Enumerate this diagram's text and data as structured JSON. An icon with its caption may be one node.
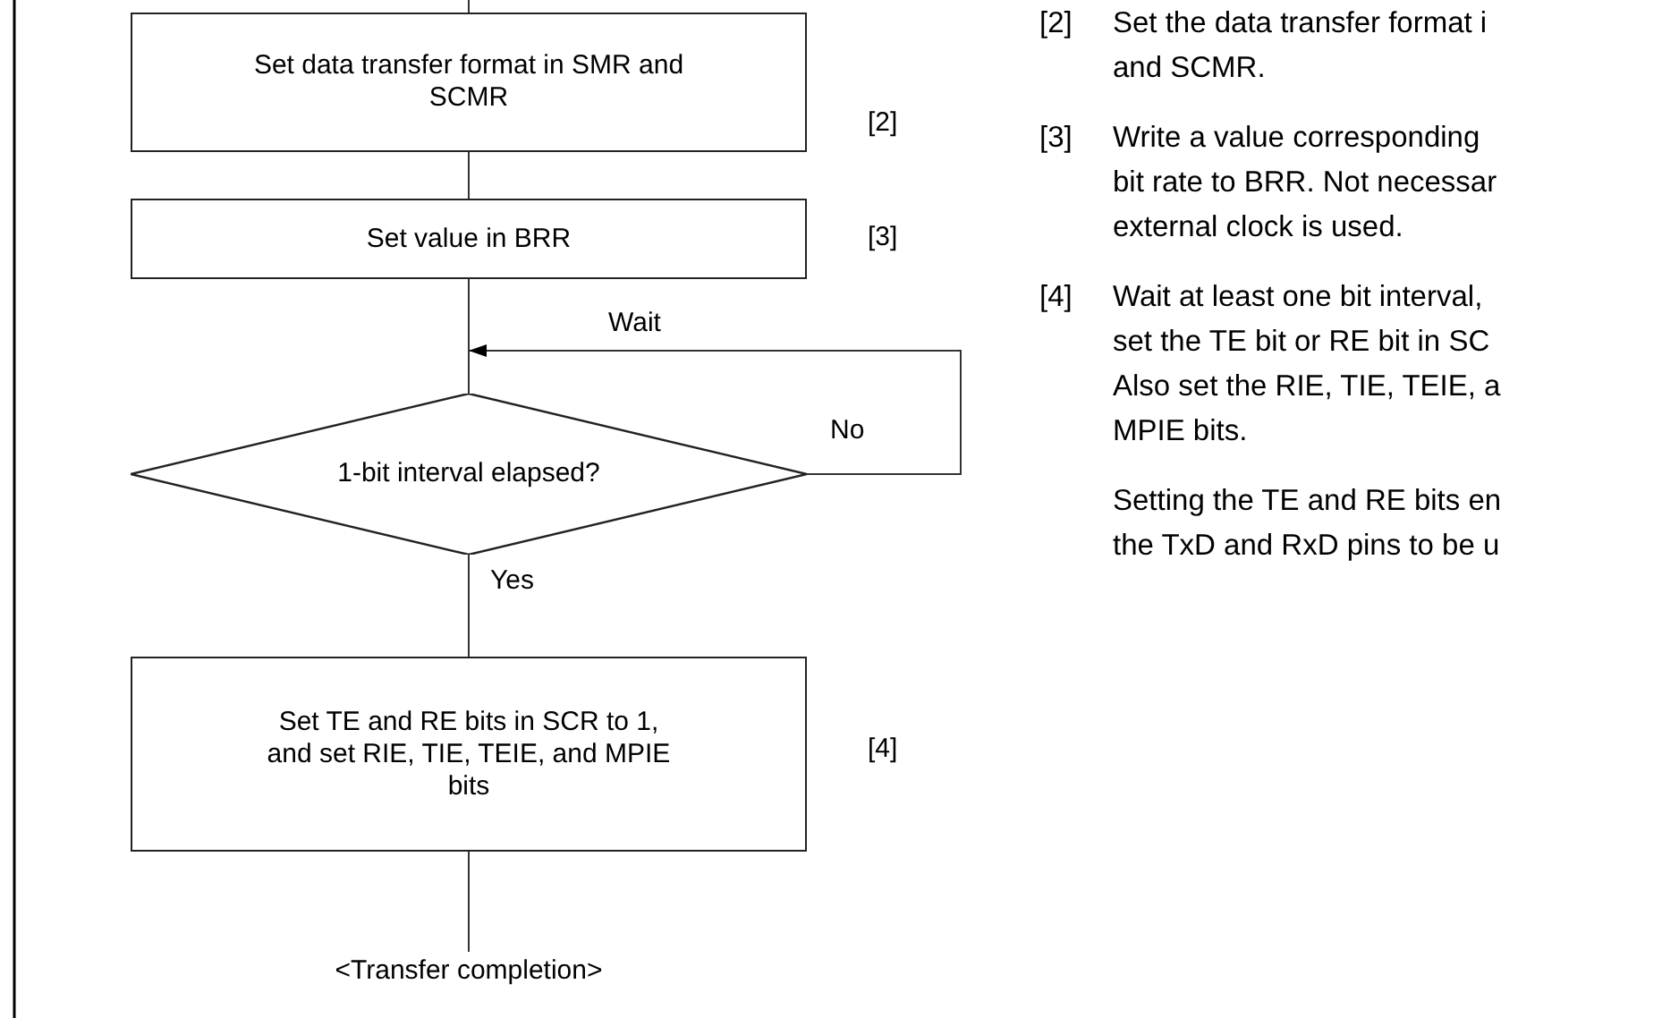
{
  "diagram": {
    "nodes": [
      {
        "text": [
          "Set data transfer format in SMR and SCMR"
        ],
        "beside": [
          "[2]"
        ]
      },
      {
        "text": [
          "Set value in BRR"
        ],
        "beside": [
          "[3]"
        ]
      },
      {
        "text": [
          "1-bit interval elapsed?"
        ]
      },
      {
        "text": [
          "Set TE and RE bits in SCR to 1, and set RIE, TIE, TEIE, and MPIE bits"
        ],
        "beside": [
          "[4]"
        ]
      },
      {
        "text": [
          "<Transfer completion>"
        ]
      }
    ],
    "edges": [
      {
        "from": null,
        "to": 0,
        "arrow": "none"
      },
      {
        "from": 0,
        "to": 1,
        "arrow": "none"
      },
      {
        "from": 1,
        "to": 2,
        "arrow": "none"
      },
      {
        "from": 2,
        "to": 2,
        "arrow": "to",
        "label": "No"
      },
      {
        "from": 2,
        "to": 3,
        "arrow": "none",
        "label": "Yes"
      },
      {
        "from": 3,
        "to": 4,
        "arrow": "none"
      }
    ],
    "labels": [
      "Wait",
      "[2]",
      "Set the data transfer format i",
      "and SCMR.",
      "[3]",
      "Write a value corresponding",
      "bit rate to BRR. Not necessar",
      "external clock is used.",
      "[4]",
      "Wait at least one bit interval,",
      "set the TE bit or RE bit in SC",
      "Also set the RIE, TIE, TEIE, a",
      "MPIE bits.",
      "Setting the TE and RE bits en",
      "the TxD and RxD pins to be u"
    ]
  }
}
